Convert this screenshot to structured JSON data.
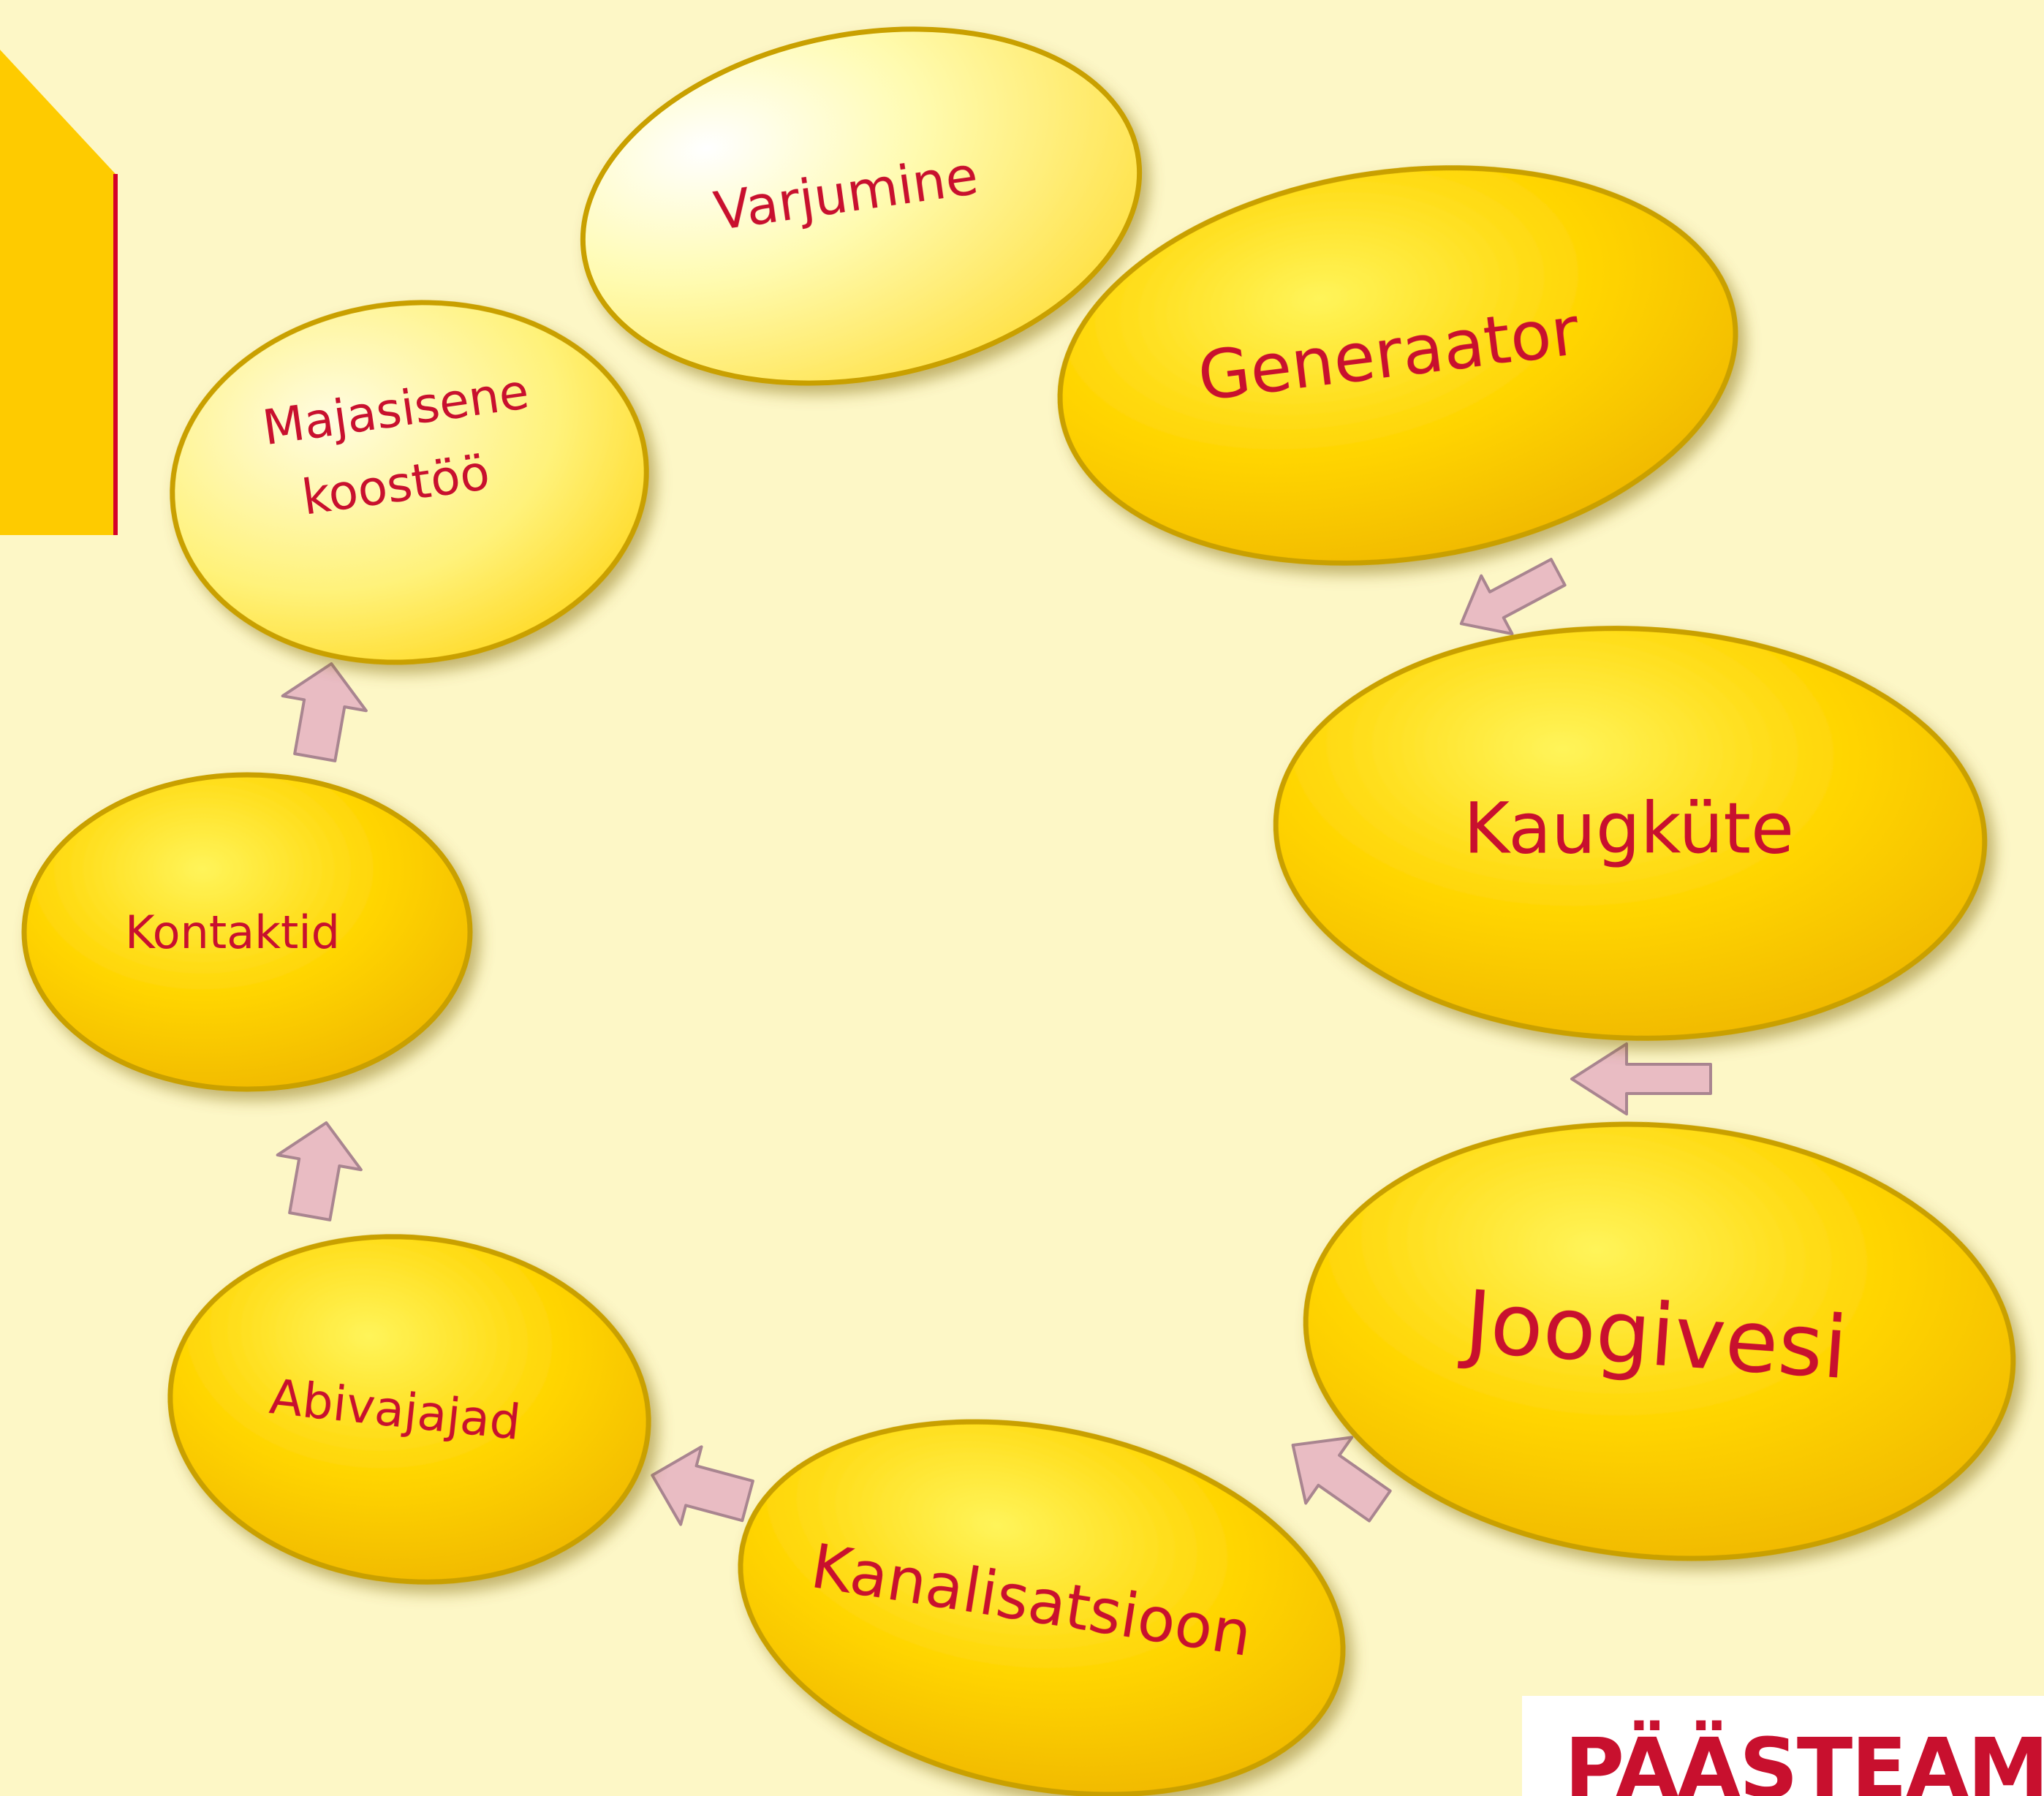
{
  "nodes": [
    {
      "id": "varjumine",
      "label": "Varjumine"
    },
    {
      "id": "generaator",
      "label": "Generaator"
    },
    {
      "id": "kaugkute",
      "label": "Kaugküte"
    },
    {
      "id": "joogivesi",
      "label": "Joogivesi"
    },
    {
      "id": "kanalisatsioon",
      "label": "Kanalisatsioon"
    },
    {
      "id": "abivajajad",
      "label": "Abivajajad"
    },
    {
      "id": "kontaktid",
      "label": "Kontaktid"
    },
    {
      "id": "majasisene",
      "label_line1": "Majasisene",
      "label_line2": "koostöö"
    }
  ],
  "logo_text": "PÄÄSTEAMET",
  "colors": {
    "background": "#fdf7c6",
    "node_fill": "#ffd200",
    "node_border": "#c9a000",
    "label": "#c8102e",
    "arrow_fill": "#e9bcc3",
    "arrow_stroke": "#a98590",
    "corner_shape": "#fecb00",
    "corner_edge": "#d4002a"
  }
}
